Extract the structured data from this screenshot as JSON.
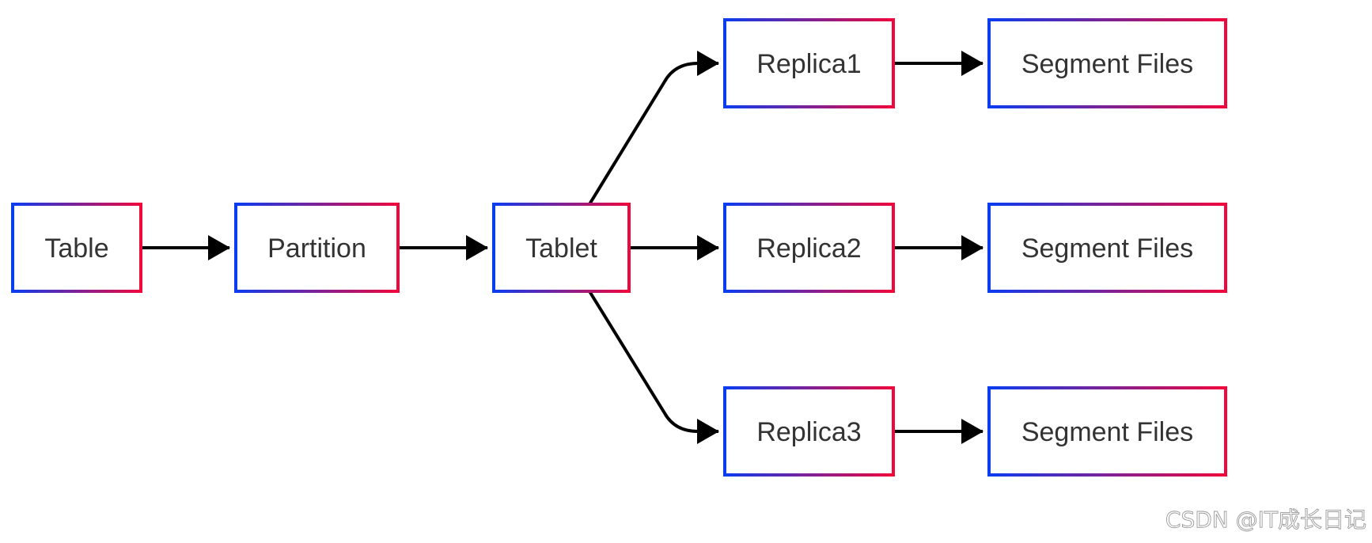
{
  "diagram": {
    "nodes": [
      {
        "id": "table",
        "label": "Table"
      },
      {
        "id": "partition",
        "label": "Partition"
      },
      {
        "id": "tablet",
        "label": "Tablet"
      },
      {
        "id": "replica1",
        "label": "Replica1"
      },
      {
        "id": "replica2",
        "label": "Replica2"
      },
      {
        "id": "replica3",
        "label": "Replica3"
      },
      {
        "id": "segment1",
        "label": "Segment Files"
      },
      {
        "id": "segment2",
        "label": "Segment Files"
      },
      {
        "id": "segment3",
        "label": "Segment Files"
      }
    ],
    "edges": [
      {
        "from": "table",
        "to": "partition"
      },
      {
        "from": "partition",
        "to": "tablet"
      },
      {
        "from": "tablet",
        "to": "replica1"
      },
      {
        "from": "tablet",
        "to": "replica2"
      },
      {
        "from": "tablet",
        "to": "replica3"
      },
      {
        "from": "replica1",
        "to": "segment1"
      },
      {
        "from": "replica2",
        "to": "segment2"
      },
      {
        "from": "replica3",
        "to": "segment3"
      }
    ],
    "colors": {
      "border_start": "#0a3cf0",
      "border_end": "#f0073c",
      "edge": "#000000",
      "label": "#333333",
      "background": "#ffffff"
    }
  },
  "watermark": {
    "text": "CSDN @IT成长日记"
  }
}
